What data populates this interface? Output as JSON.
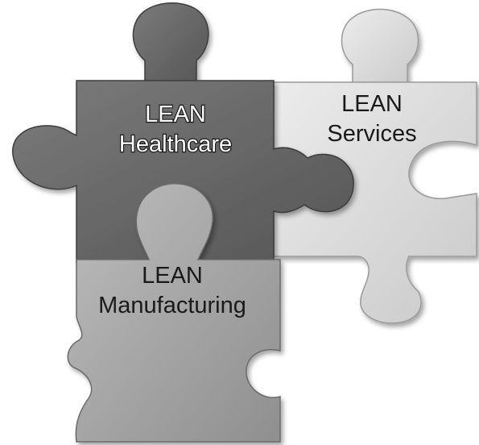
{
  "diagram": {
    "type": "jigsaw-puzzle",
    "pieces": [
      {
        "id": "healthcare",
        "line1": "LEAN",
        "line2": "Healthcare",
        "color": "#6a6a6a"
      },
      {
        "id": "services",
        "line1": "LEAN",
        "line2": "Services",
        "color": "#d9d9d9"
      },
      {
        "id": "manufacturing",
        "line1": "LEAN",
        "line2": "Manufacturing",
        "color": "#a9a9a9"
      },
      {
        "id": "top-left-tab",
        "color": "#6a6a6a"
      },
      {
        "id": "top-right-tab",
        "color": "#d9d9d9"
      }
    ]
  }
}
